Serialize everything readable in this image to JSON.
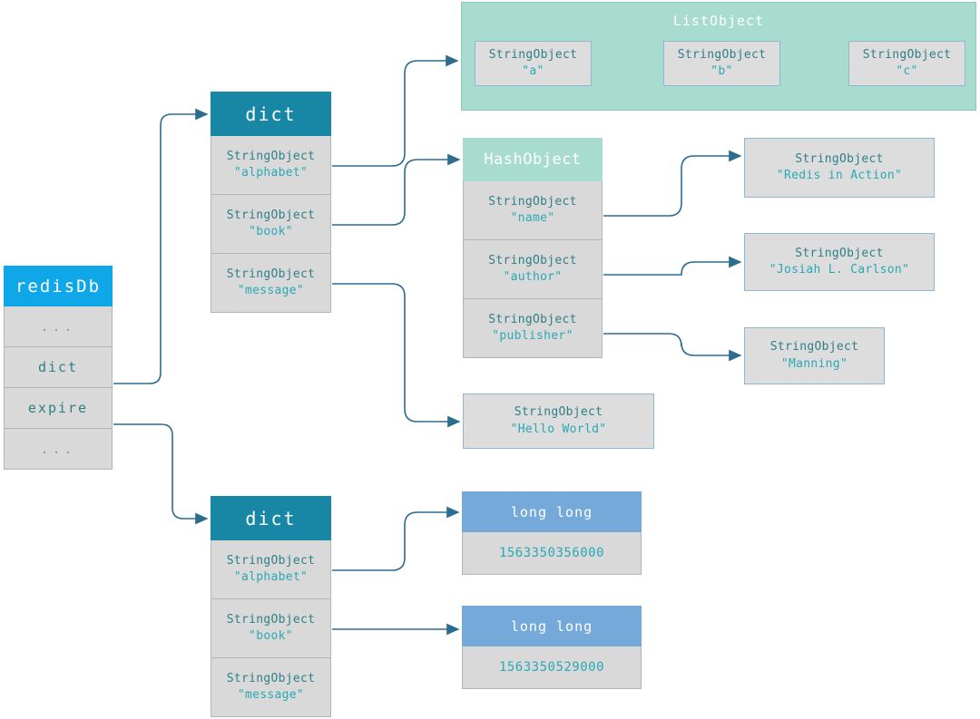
{
  "colors": {
    "redisdb_header": "#0fa7e8",
    "dict_header": "#1887a5",
    "list_object_bg": "#a7dcce",
    "hash_object_header": "#a7dcce",
    "long_long_header": "#74a9da",
    "row_fill": "#d9d9d9",
    "wire": "#2b6c8f",
    "label_text": "#2f7f86",
    "value_text": "#2aa8b4"
  },
  "redisdb": {
    "header": "redisDb",
    "rows": [
      {
        "text": "..."
      },
      {
        "text": "dict"
      },
      {
        "text": "expire"
      },
      {
        "text": "..."
      }
    ]
  },
  "dict_top": {
    "header": "dict",
    "rows": [
      {
        "type": "StringObject",
        "value": "\"alphabet\""
      },
      {
        "type": "StringObject",
        "value": "\"book\""
      },
      {
        "type": "StringObject",
        "value": "\"message\""
      }
    ]
  },
  "dict_bottom": {
    "header": "dict",
    "rows": [
      {
        "type": "StringObject",
        "value": "\"alphabet\""
      },
      {
        "type": "StringObject",
        "value": "\"book\""
      },
      {
        "type": "StringObject",
        "value": "\"message\""
      }
    ]
  },
  "list_object": {
    "title": "ListObject",
    "items": [
      {
        "type": "StringObject",
        "value": "\"a\""
      },
      {
        "type": "StringObject",
        "value": "\"b\""
      },
      {
        "type": "StringObject",
        "value": "\"c\""
      }
    ]
  },
  "hash_object": {
    "header": "HashObject",
    "rows": [
      {
        "type": "StringObject",
        "value": "\"name\""
      },
      {
        "type": "StringObject",
        "value": "\"author\""
      },
      {
        "type": "StringObject",
        "value": "\"publisher\""
      }
    ]
  },
  "string_objects": {
    "title": {
      "type": "StringObject",
      "value": "\"Redis  in  Action\""
    },
    "author": {
      "type": "StringObject",
      "value": "\"Josiah  L.  Carlson\""
    },
    "publisher": {
      "type": "StringObject",
      "value": "\"Manning\""
    },
    "message": {
      "type": "StringObject",
      "value": "\"Hello  World\""
    }
  },
  "expire_values": [
    {
      "type": "long  long",
      "value": "1563350356000"
    },
    {
      "type": "long  long",
      "value": "1563350529000"
    }
  ]
}
